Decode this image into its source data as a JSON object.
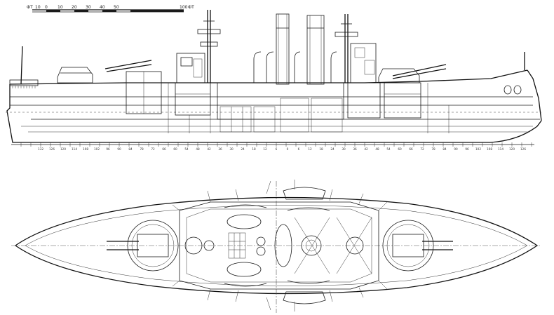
{
  "scale_bar": {
    "unit_left": "ФТ",
    "unit_right": "ФТ",
    "labels": [
      "10",
      "0",
      "10",
      "20",
      "30",
      "40",
      "50",
      "100"
    ]
  },
  "frame_numbers": [
    "132",
    "126",
    "120",
    "114",
    "108",
    "102",
    "96",
    "90",
    "84",
    "78",
    "72",
    "66",
    "60",
    "54",
    "48",
    "42",
    "36",
    "30",
    "24",
    "18",
    "12",
    "6",
    "0",
    "6",
    "12",
    "18",
    "24",
    "30",
    "36",
    "42",
    "48",
    "54",
    "60",
    "66",
    "72",
    "78",
    "84",
    "90",
    "96",
    "102",
    "108",
    "114",
    "120",
    "126"
  ],
  "views": {
    "profile": "inboard-profile",
    "plan": "deck-plan"
  }
}
